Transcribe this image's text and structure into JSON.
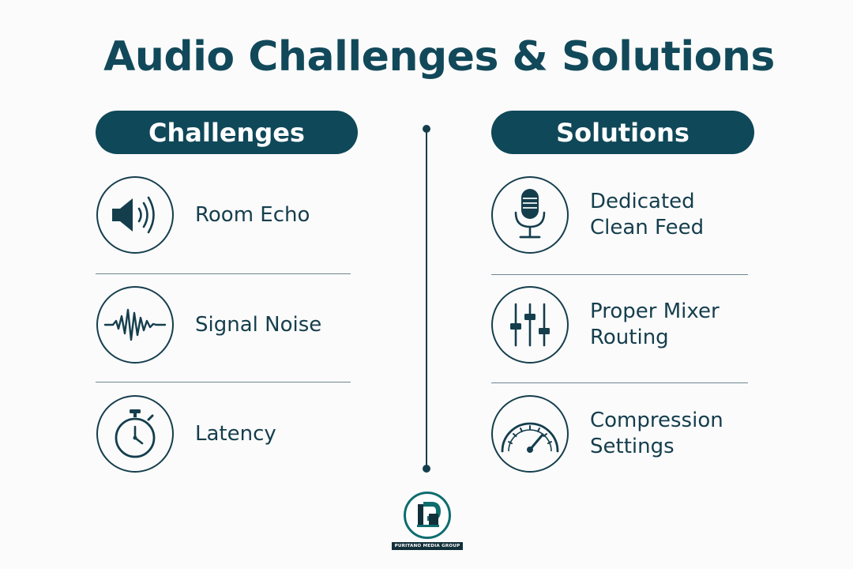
{
  "title": "Audio Challenges & Solutions",
  "challenges": {
    "heading": "Challenges",
    "items": [
      {
        "label": "Room Echo",
        "icon": "speaker-icon"
      },
      {
        "label": "Signal Noise",
        "icon": "waveform-icon"
      },
      {
        "label": "Latency",
        "icon": "stopwatch-icon"
      }
    ]
  },
  "solutions": {
    "heading": "Solutions",
    "items": [
      {
        "label": "Dedicated\nClean Feed",
        "icon": "microphone-icon"
      },
      {
        "label": "Proper Mixer\nRouting",
        "icon": "mixer-sliders-icon"
      },
      {
        "label": "Compression\nSettings",
        "icon": "gauge-icon"
      }
    ]
  },
  "logo": {
    "text": "PURITANO MEDIA GROUP",
    "colors": {
      "ring": "#0e6d6f",
      "band": "#12303a"
    }
  },
  "colors": {
    "primary": "#0f4859",
    "text": "#153e4d",
    "background": "#fbfbfb"
  }
}
